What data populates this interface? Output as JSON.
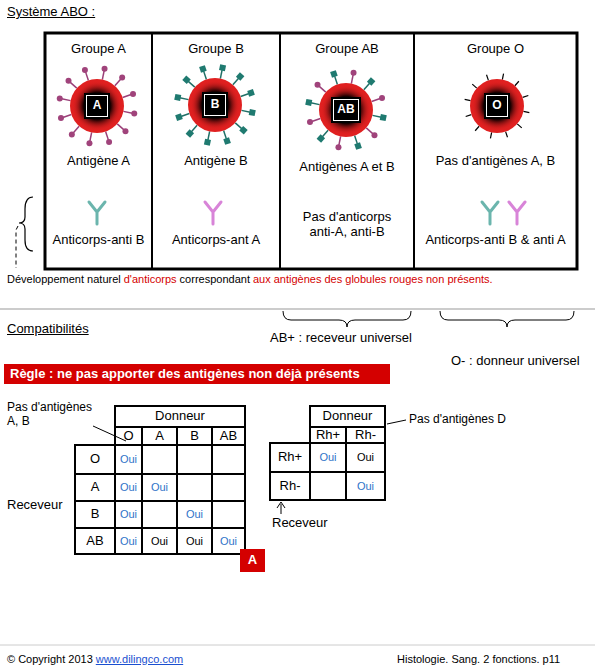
{
  "diagram": {
    "title": "Système ABO :",
    "nodes": [
      {
        "text": [
          "Groupe A",
          "Antigène A",
          "Anticorps-anti B"
        ]
      },
      {
        "text": [
          "A"
        ],
        "in": 0
      },
      {
        "text": [
          "Groupe B",
          "Antigène B",
          "Anticorps-ant A"
        ]
      },
      {
        "text": [
          "B"
        ],
        "in": 2
      },
      {
        "text": [
          "Groupe AB",
          "Antigènes A et B",
          "Pas d'anticorps anti-A, anti-B"
        ]
      },
      {
        "text": [
          "AB"
        ],
        "in": 4
      },
      {
        "text": [
          "Groupe O",
          "Pas d'antigènes A, B",
          "Anticorps-anti B & anti A"
        ]
      },
      {
        "text": [
          "O"
        ],
        "in": 6
      },
      {
        "text": [
          "Règle : ne pas apporter des antigènes non déjà présents"
        ]
      },
      {
        "text": [
          "A"
        ]
      }
    ],
    "labels": [
      "Développement naturel",
      "d'anticorps",
      "correspondant",
      "aux antigènes des globules rouges non présents.",
      "Compatibilités",
      "AB+ : receveur universel",
      "O- : donneur universel",
      "Pas d'antigènes A, B",
      "Donneur",
      "O",
      "A",
      "B",
      "AB",
      "Receveur",
      "O",
      "A",
      "B",
      "AB",
      "Oui",
      "Oui",
      "Oui",
      "Oui",
      "Oui",
      "Oui",
      "Oui",
      "Oui",
      "Oui",
      "Donneur",
      "Rh+",
      "Rh-",
      "Pas d'antigènes D",
      "Rh+",
      "Rh-",
      "Oui",
      "Oui",
      "Oui",
      "Receveur",
      "© Copyright 2013",
      "www.dilingco.com",
      "Histologie. Sang. 2 fonctions.  p11"
    ]
  }
}
